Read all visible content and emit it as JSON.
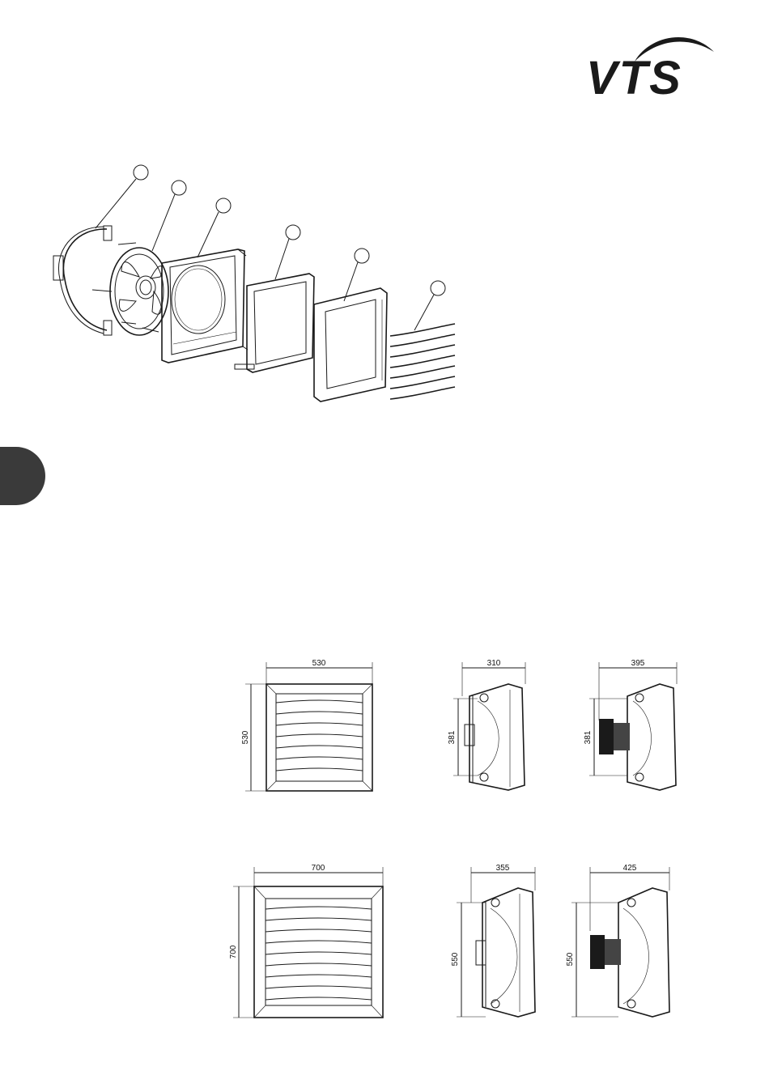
{
  "brand": {
    "logo_text": "VTS",
    "logo_color": "#1a1a1a"
  },
  "side_tab": {
    "color": "#3a3a3a"
  },
  "exploded_view": {
    "callouts": [
      "",
      "",
      "",
      "",
      "",
      ""
    ]
  },
  "drawings": {
    "small": {
      "front_width": "530",
      "front_height": "530",
      "side_a_depth": "310",
      "side_a_height": "381",
      "side_b_depth": "395",
      "side_b_height": "381"
    },
    "large": {
      "front_width": "700",
      "front_height": "700",
      "side_a_depth": "355",
      "side_a_height": "550",
      "side_b_depth": "425",
      "side_b_height": "550"
    }
  }
}
